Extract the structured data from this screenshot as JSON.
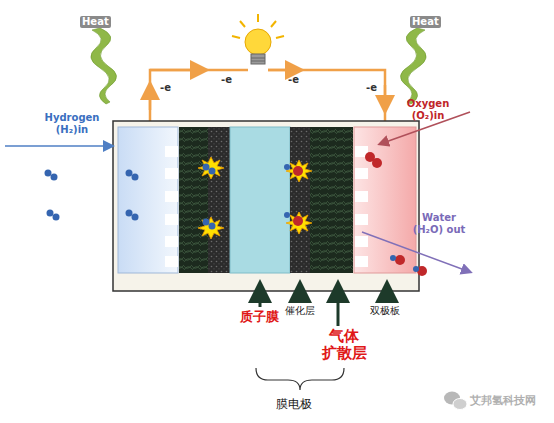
{
  "diagram": {
    "labels": [
      "Heat",
      "Heat",
      "Hydrogen (H₂)in",
      "Oxygen (O₂)in",
      "Water (H₂O) out",
      "-e",
      "-e",
      "-e",
      "-e",
      "质子膜",
      "催化层",
      "气体 扩散层",
      "双极板",
      "膜电极",
      "艾邦氢科技网"
    ]
  }
}
